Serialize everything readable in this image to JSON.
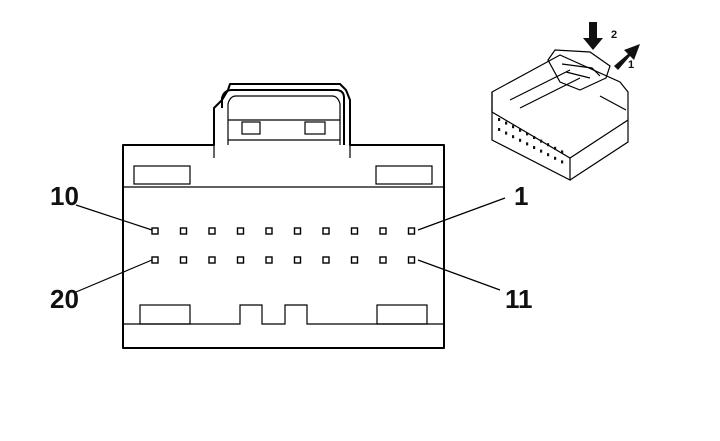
{
  "connector": {
    "pin_rows": [
      {
        "first_label": "10",
        "last_label": "1",
        "pins": 10
      },
      {
        "first_label": "20",
        "last_label": "11",
        "pins": 10
      }
    ]
  },
  "inset": {
    "steps": [
      {
        "label": "2",
        "icon": "arrow-down-icon"
      },
      {
        "label": "1",
        "icon": "arrow-diagonal-icon"
      }
    ]
  },
  "colors": {
    "line": "#000000",
    "background": "#ffffff"
  }
}
